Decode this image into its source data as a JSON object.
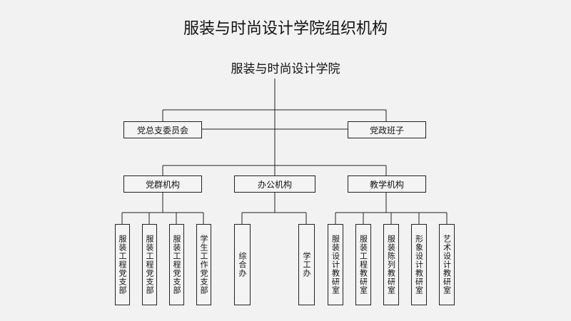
{
  "title": "服装与时尚设计学院组织机构",
  "root": "服装与时尚设计学院",
  "level1": {
    "left": "党总支委员会",
    "right": "党政班子"
  },
  "level2": {
    "party": "党群机构",
    "office": "办公机构",
    "teaching": "教学机构"
  },
  "party_units": [
    "服装工程党支部",
    "服装工程党支部",
    "服装工程党支部",
    "学生工作党支部"
  ],
  "office_units": [
    "综合办",
    "学工办"
  ],
  "teaching_units": [
    "服装设计教研室",
    "服装工程教研室",
    "服装陈列教研室",
    "形象设计教研室",
    "艺术设计教研室"
  ]
}
